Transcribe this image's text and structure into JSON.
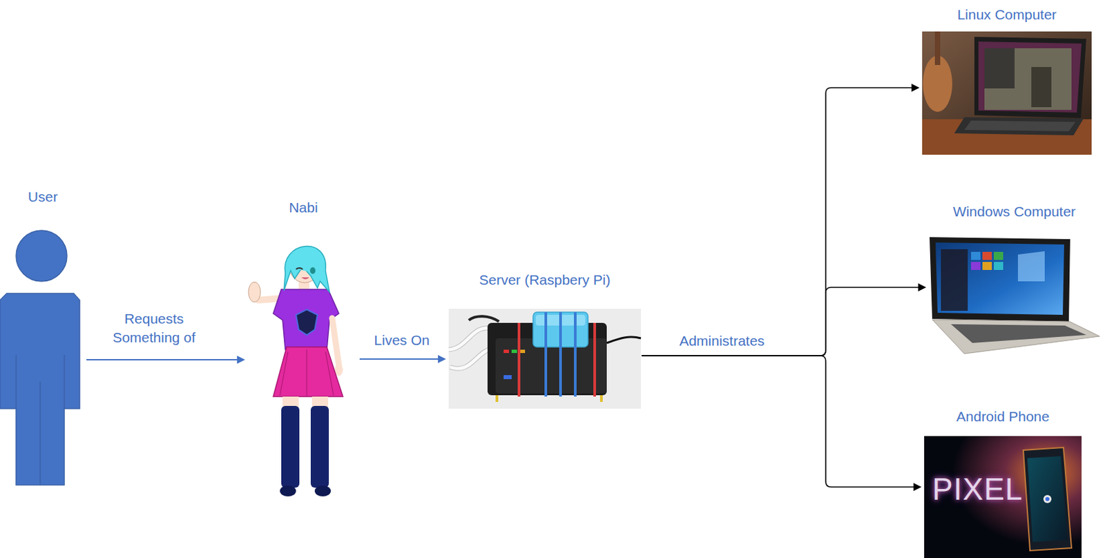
{
  "diagram": {
    "nodes": [
      {
        "text": [
          "User"
        ]
      },
      {
        "text": [
          "Nabi"
        ]
      },
      {
        "text": [
          "Server (Raspbery Pi)"
        ]
      },
      {
        "text": [
          "Linux Computer"
        ]
      },
      {
        "text": [
          "Windows Computer"
        ]
      },
      {
        "text": [
          "Android Phone"
        ]
      }
    ],
    "edges": [
      {
        "from": 0,
        "to": 1,
        "arrow": "to",
        "label": "Requests Something of"
      },
      {
        "from": 1,
        "to": 2,
        "arrow": "to",
        "label": "Lives On"
      },
      {
        "from": 2,
        "to": 3,
        "arrow": "to"
      },
      {
        "from": 2,
        "to": 4,
        "arrow": "to",
        "label": "Administrates"
      },
      {
        "from": 2,
        "to": 5,
        "arrow": "to"
      }
    ],
    "labels": [
      "PIXEL"
    ]
  }
}
